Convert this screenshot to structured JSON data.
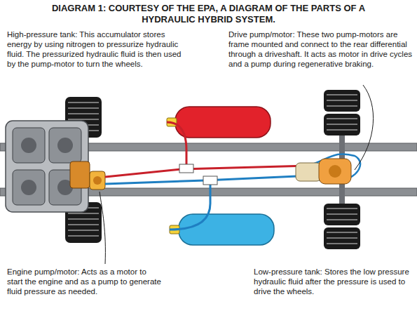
{
  "diagram": {
    "title": "DIAGRAM 1: COURTESY OF THE EPA, A DIAGRAM OF THE PARTS OF A HYDRAULIC HYBRID SYSTEM.",
    "labels": [
      "High-pressure tank: This accumulator stores energy by using nitrogen to pressurize hydraulic fluid. The pressurized hydraulic fluid is then used by the pump-motor to turn the wheels.",
      "Drive pump/motor: These two pump-motors are frame mounted and connect to the rear differential through a driveshaft. It acts as motor in drive cycles and a pump during regenerative braking.",
      "Engine pump/motor: Acts as a motor to start the engine and as a pump to generate fluid pressure as needed.",
      "Low-pressure tank: Stores the low pressure hydraulic fluid after the pressure is used to drive the wheels."
    ]
  }
}
